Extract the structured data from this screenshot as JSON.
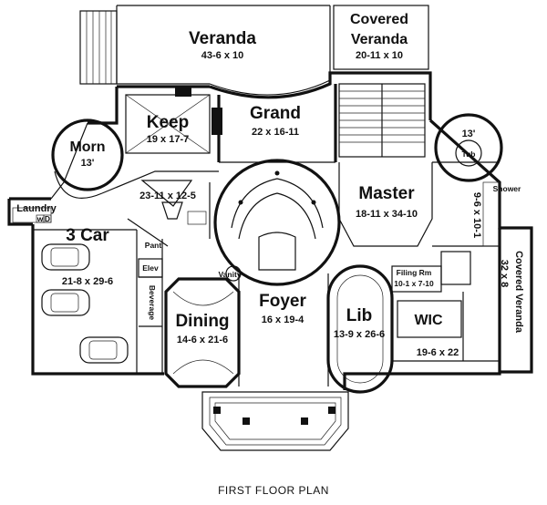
{
  "caption": "FIRST FLOOR PLAN",
  "rooms": {
    "veranda": {
      "name": "Veranda",
      "dim": "43-6 x 10"
    },
    "covered_veranda_top": {
      "name_line1": "Covered",
      "name_line2": "Veranda",
      "dim": "20-11 x 10"
    },
    "keep": {
      "name": "Keep",
      "dim": "19 x 17-7"
    },
    "grand": {
      "name": "Grand",
      "dim": "22 x 16-11"
    },
    "morn": {
      "name": "Morn",
      "dim": "13'"
    },
    "tub": {
      "name": "Tub",
      "dim": "13'"
    },
    "shower": {
      "name": "Shower"
    },
    "master": {
      "name": "Master",
      "dim": "18-11 x 34-10"
    },
    "kitchen": {
      "dim": "23-11 x 12-5"
    },
    "laundry": {
      "name": "Laundry",
      "w": "w",
      "d": "D"
    },
    "garage": {
      "name": "3 Car",
      "dim": "21-8 x 29-6"
    },
    "elev": {
      "name": "Elev"
    },
    "pant": {
      "name": "Pant"
    },
    "vanity": {
      "name": "Vanity"
    },
    "beverage": {
      "name": "Beverage"
    },
    "dining": {
      "name": "Dining",
      "dim": "14-6 x 21-6"
    },
    "foyer": {
      "name": "Foyer",
      "dim": "16 x 19-4"
    },
    "lib": {
      "name": "Lib",
      "dim": "13-9 x 26-6"
    },
    "filing": {
      "name": "Filing Rm",
      "dim": "10-1 x 7-10"
    },
    "wic": {
      "name": "WIC",
      "dim": "19-6 x 22"
    },
    "hall_dim": {
      "dim": "9-6 x 10-1"
    },
    "covered_veranda_side": {
      "name": "Covered Veranda",
      "dim": "32 x 8"
    }
  }
}
